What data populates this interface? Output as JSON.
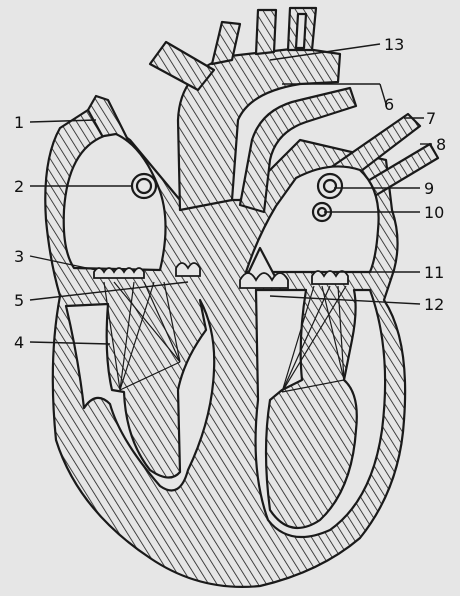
{
  "labels": {
    "l1": "1",
    "l2": "2",
    "l3": "3",
    "l4": "4",
    "l5": "5",
    "l6": "6",
    "l7": "7",
    "l8": "8",
    "l9": "9",
    "l10": "10",
    "l11": "11",
    "l12": "12",
    "l13": "13"
  },
  "colors": {
    "ink": "#1a1a1a",
    "paper": "#e6e6e6"
  }
}
